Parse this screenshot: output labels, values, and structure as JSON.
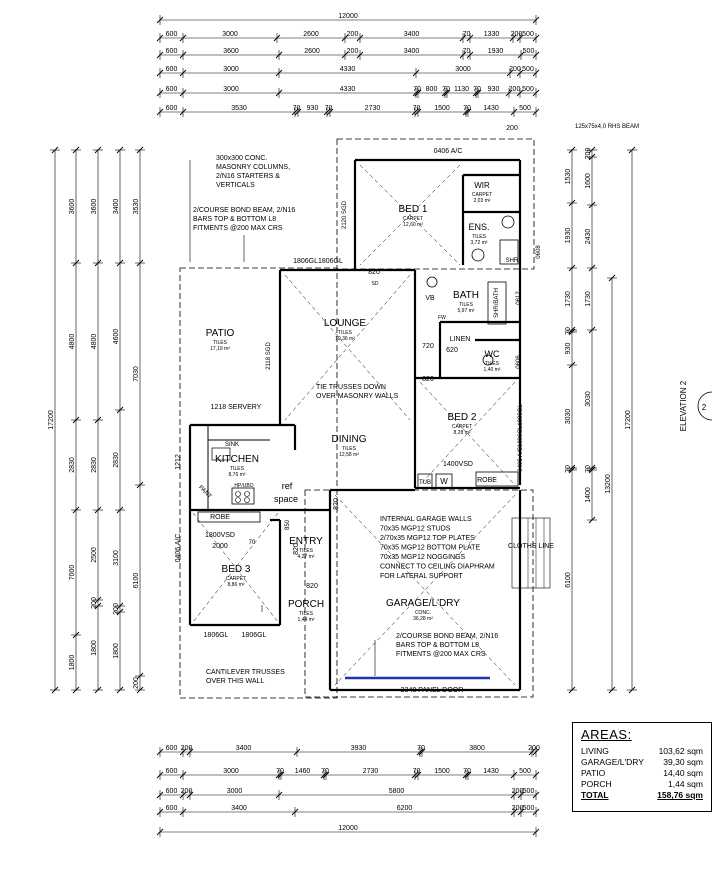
{
  "dims": {
    "top": [
      [
        "12000"
      ],
      [
        "600",
        "3000",
        "2600",
        "200",
        "3400",
        "70",
        "1330",
        "200",
        "500"
      ],
      [
        "600",
        "3600",
        "2600",
        "200",
        "3400",
        "70",
        "1930",
        "500"
      ],
      [
        "600",
        "3000",
        "4330",
        "3000",
        "200",
        "500"
      ],
      [
        "600",
        "3000",
        "4330",
        "70",
        "800",
        "70",
        "1130",
        "70",
        "930",
        "200",
        "500"
      ],
      [
        "600",
        "3530",
        "70",
        "930",
        "70",
        "2730",
        "70",
        "1500",
        "70",
        "1430",
        "500"
      ],
      [
        "200"
      ]
    ],
    "bottom": [
      [
        "600",
        "200",
        "3400",
        "3930",
        "70",
        "3800",
        "200",
        "500"
      ],
      [
        "600",
        "3000",
        "70",
        "1460",
        "70",
        "2730",
        "70",
        "1500",
        "70",
        "1430",
        "500"
      ],
      [
        "600",
        "200",
        "3000",
        "5800",
        "200",
        "500"
      ],
      [
        "600",
        "3400",
        "6200",
        "200",
        "500"
      ],
      [
        "12000"
      ]
    ],
    "left": [
      [
        "17200"
      ],
      [
        "3600",
        "4800",
        "2830",
        "7000",
        "1800"
      ],
      [
        "3600",
        "4800",
        "2830",
        "2500",
        "200",
        "1800"
      ],
      [
        "3400",
        "4600",
        "2830",
        "3100",
        "200",
        "1800"
      ],
      [
        "3530",
        "7030",
        "6100",
        "200"
      ]
    ],
    "right": [
      [
        "1530",
        "1930",
        "1730",
        "70",
        "930",
        "3030",
        "70",
        "6100"
      ],
      [
        "200",
        "1600",
        "2430",
        "1730",
        "3030",
        "70",
        "1400"
      ],
      [
        "17200"
      ],
      [
        "13200"
      ]
    ]
  },
  "rooms": {
    "bed1": {
      "name": "BED 1",
      "finish": "CARPET",
      "area": "12,60 m²"
    },
    "wir": {
      "name": "WIR",
      "finish": "CARPET",
      "area": "2,03 m²"
    },
    "ens": {
      "name": "ENS.",
      "finish": "TILES",
      "area": "3,72 m²"
    },
    "lounge": {
      "name": "LOUNGE",
      "finish": "TILES",
      "area": "19,36 m²"
    },
    "bath": {
      "name": "BATH",
      "finish": "TILES",
      "area": "5,97 m²"
    },
    "linen": {
      "name": "LINEN"
    },
    "wc": {
      "name": "WC",
      "finish": "TILES",
      "area": "1,40 m²"
    },
    "patio": {
      "name": "PATIO",
      "finish": "TILES",
      "area": "17,19 m²"
    },
    "kitchen": {
      "name": "KITCHEN",
      "finish": "TILES",
      "area": "8,76 m²"
    },
    "dining": {
      "name": "DINING",
      "finish": "TILES",
      "area": "12,58 m²"
    },
    "bed2": {
      "name": "BED 2",
      "finish": "CARPET",
      "area": "8,28 m²"
    },
    "bed3": {
      "name": "BED 3",
      "finish": "CARPET",
      "area": "8,86 m²"
    },
    "entry": {
      "name": "ENTRY",
      "finish": "TILES",
      "area": "4,27 m²"
    },
    "porch": {
      "name": "PORCH",
      "finish": "TILES",
      "area": "1,44 m²"
    },
    "garage": {
      "name": "GARAGE/L'DRY",
      "finish": "CONC.",
      "area": "36,28 m²"
    }
  },
  "labels": {
    "ac_top": "0406 A/C",
    "rhs_beam": "125x75x4,0 RHS BEAM",
    "sgd_bed1": "2120 SGD",
    "gl_lounge": "1806GL1806GL",
    "d820_bed1": "820",
    "sd": "SD",
    "vb": "VB",
    "fw": "FW",
    "w720": "720",
    "shr": "SHR",
    "shr_bath": "SHR/BATH",
    "w0612": "0612",
    "w0608": "0608",
    "w0606": "0606",
    "d620": "620",
    "d820": "820",
    "sgd_patio": "2118 SGD",
    "servery": "1218 SERVERY",
    "ac_bed2": "0406 A/C1806GL1806GL",
    "vsd_bed2": "1400VSD",
    "robe": "ROBE",
    "tub": "TUB",
    "w": "W",
    "ref": "ref",
    "space": "space",
    "sink": "SINK",
    "hp_ubo": "HP/UBO",
    "pant": "PANT",
    "w1212": "1212",
    "vsd_bed3": "1800VSD",
    "w2000": "2000",
    "ac_bed3": "0406 A/C",
    "gl_bed3": "1806GL",
    "w850": "850",
    "w70": "70",
    "panel_door": "2348 PANEL DOOR",
    "clothes_line": "CLOTHS LINE",
    "elevation": "ELEVATION 2",
    "elev_num": "2"
  },
  "notes": {
    "columns": [
      "300x300 CONC.",
      "MASONRY COLUMNS,",
      "2/N16 STARTERS &",
      "VERTICALS"
    ],
    "bond_beam": [
      "2/COURSE BOND BEAM, 2/N16",
      "BARS TOP & BOTTOM L8",
      "FITMENTS @200 MAX CRS"
    ],
    "tie_trusses": [
      "TIE TRUSSES DOWN",
      "OVER MASONRY WALLS"
    ],
    "garage_walls": [
      "INTERNAL GARAGE WALLS",
      "70x35 MGP12 STUDS",
      "2/70x35 MGP12 TOP PLATES",
      "70x35 MGP12 BOTTOM PLATE",
      "70x35 MGP12 NOGGINGS",
      "CONNECT TO CEILING DIAPHRAM",
      "FOR LATERAL SUPPORT"
    ],
    "garage_beam": [
      "2/COURSE BOND BEAM, 2/N16",
      "BARS TOP & BOTTOM L8",
      "FITMENTS @200 MAX CRS"
    ],
    "cantilever": [
      "CANTILEVER TRUSSES",
      "OVER THIS WALL"
    ]
  },
  "areas": {
    "title": "AREAS:",
    "rows": [
      {
        "label": "LIVING",
        "value": "103,62 sqm"
      },
      {
        "label": "GARAGE/L'DRY",
        "value": "39,30 sqm"
      },
      {
        "label": "PATIO",
        "value": "14,40 sqm"
      },
      {
        "label": "PORCH",
        "value": "1,44 sqm"
      }
    ],
    "total": {
      "label": "TOTAL",
      "value": "158,76 sqm"
    }
  }
}
